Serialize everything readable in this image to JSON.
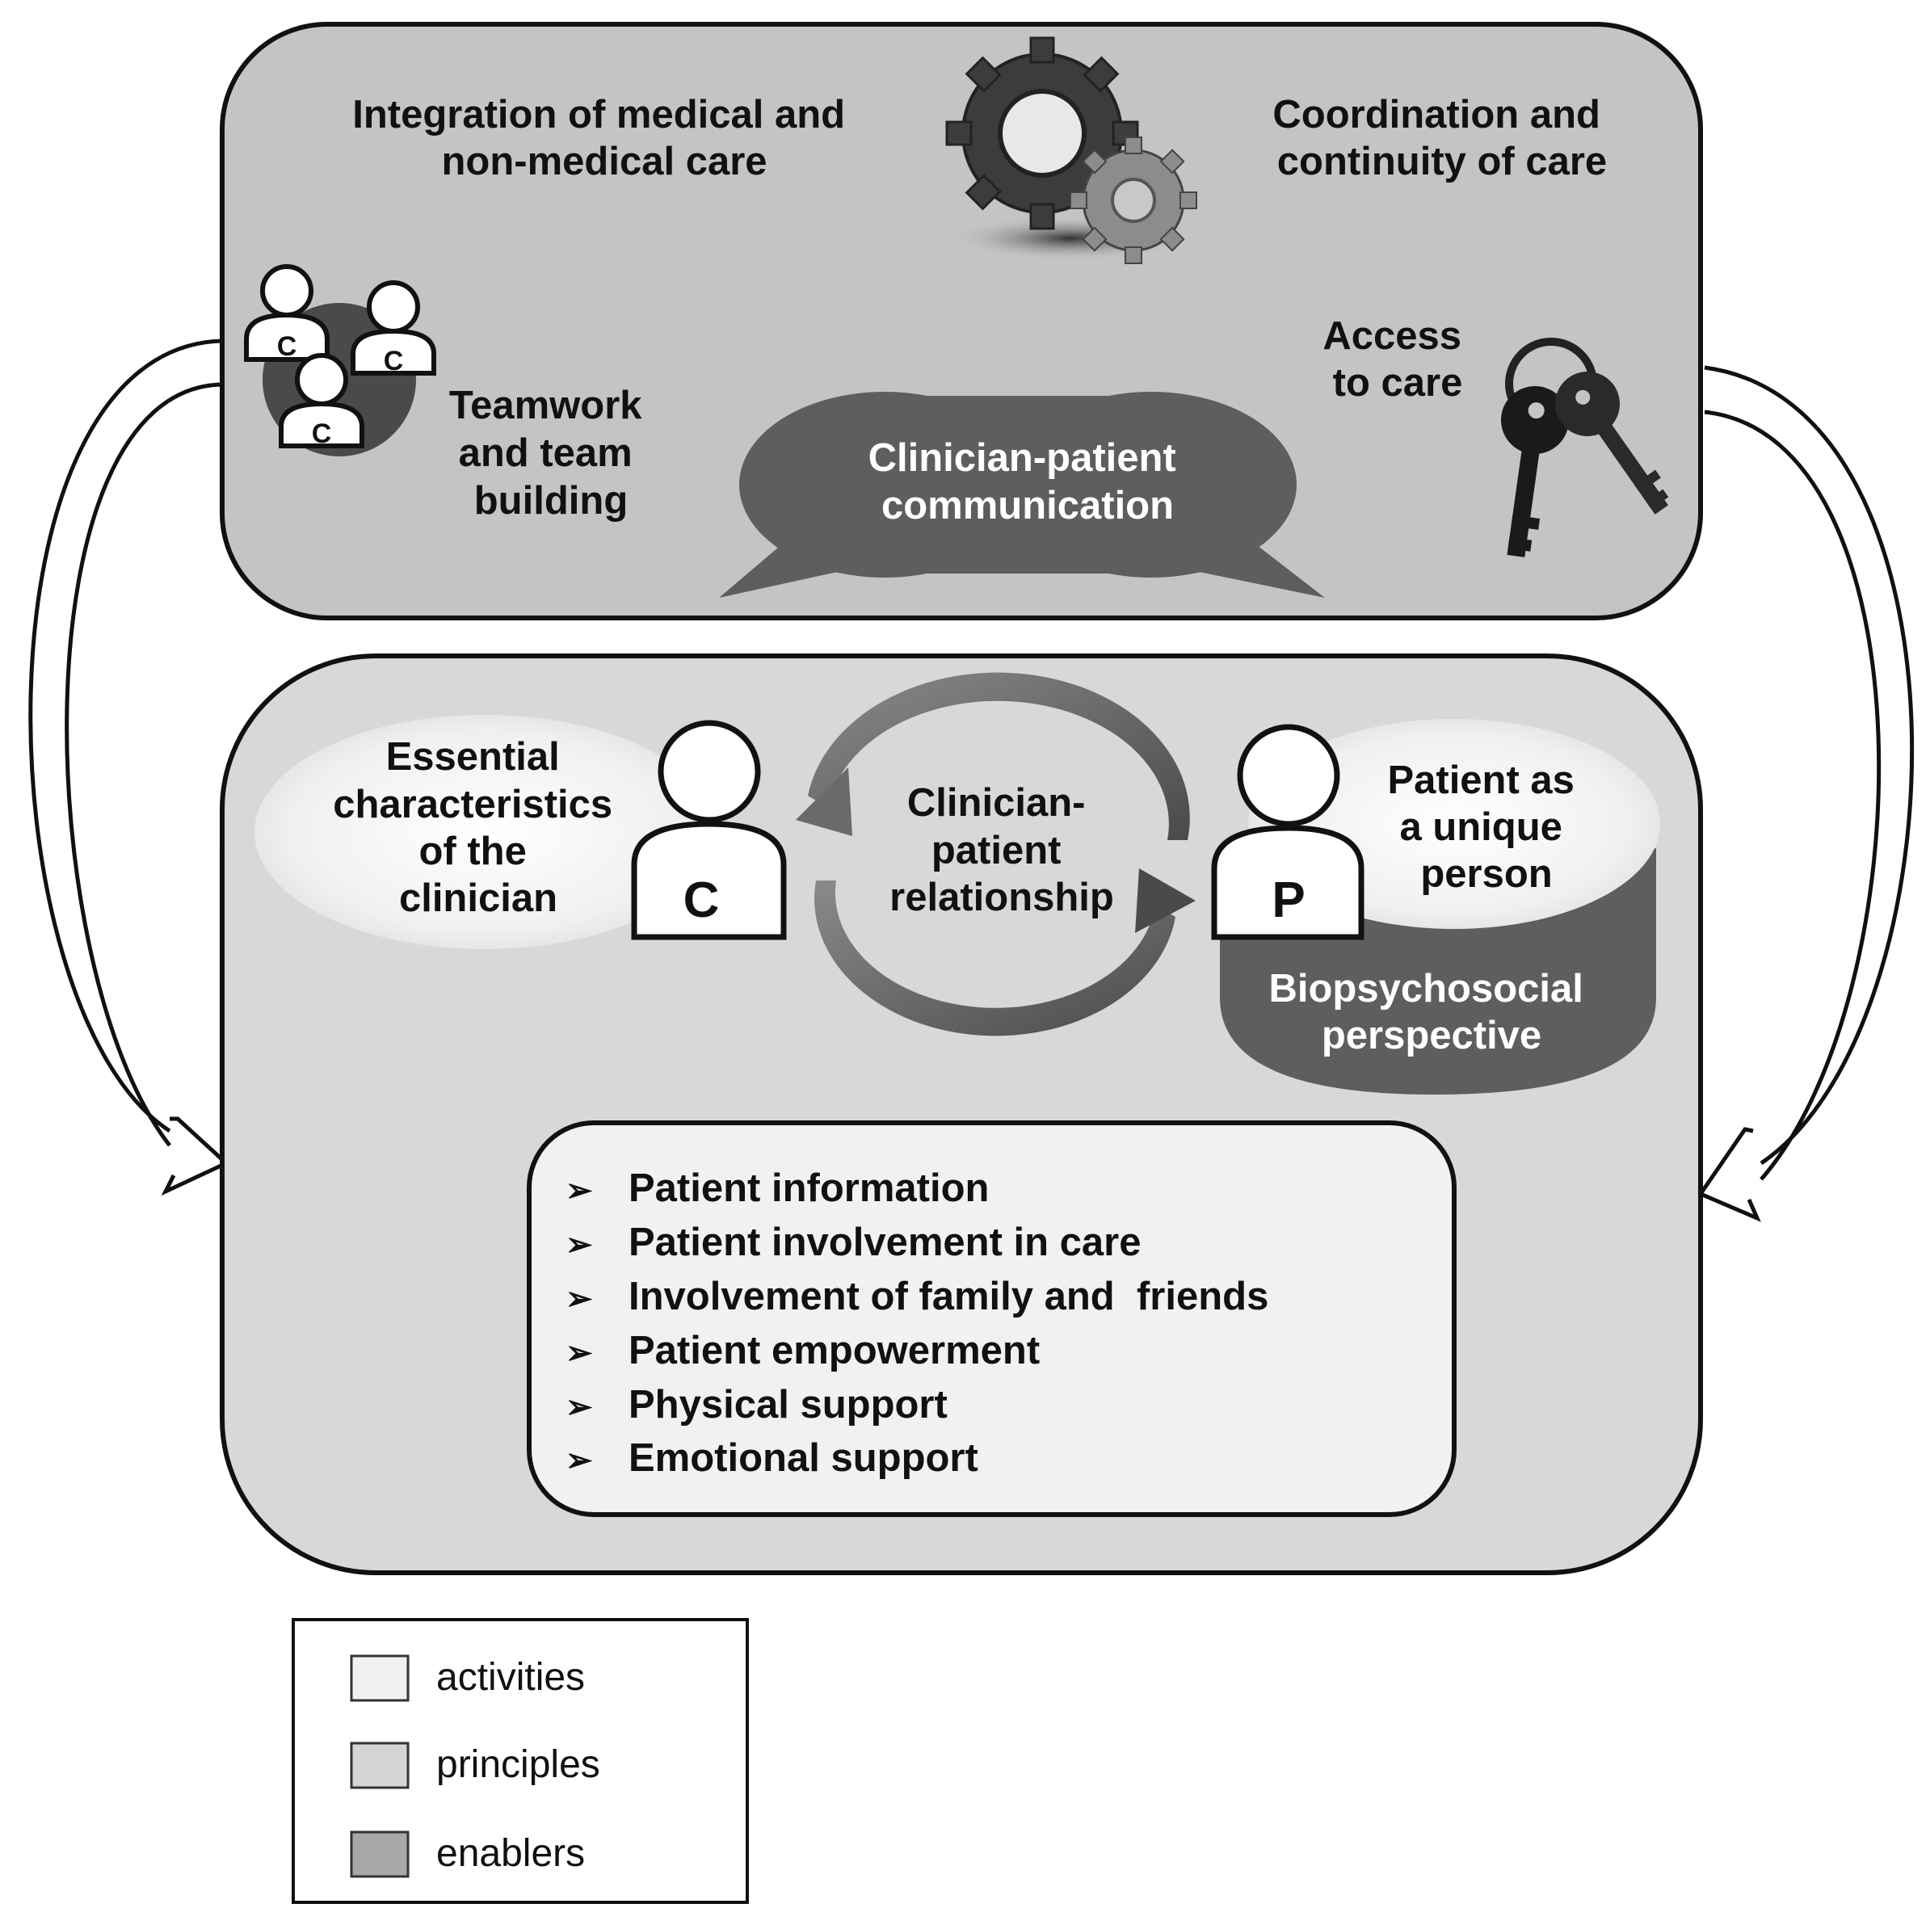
{
  "enablers": {
    "integration": [
      "Integration of medical and",
      "non-medical care"
    ],
    "coordination": [
      "Coordination and",
      "continuity of care"
    ],
    "teamwork": [
      "Teamwork",
      "and team",
      "building"
    ],
    "access": [
      "Access",
      "to care"
    ],
    "communication": [
      "Clinician-patient",
      "communication"
    ],
    "team_icon_letter": "C"
  },
  "principles": {
    "clinician_characteristics": [
      "Essential",
      "characteristics",
      "of the",
      "clinician"
    ],
    "relationship": [
      "Clinician-",
      "patient",
      "relationship"
    ],
    "patient_unique": [
      "Patient as",
      "a unique",
      "person"
    ],
    "biopsychosocial": [
      "Biopsychosocial",
      "perspective"
    ],
    "clinician_letter": "C",
    "patient_letter": "P"
  },
  "activities": {
    "bullet": "➢",
    "items": [
      "Patient information",
      "Patient involvement in care",
      "Involvement of family and  friends",
      "Patient empowerment",
      "Physical support",
      "Emotional support"
    ]
  },
  "legend": {
    "items": [
      {
        "label": "activities",
        "color": "#f0f0f0"
      },
      {
        "label": "principles",
        "color": "#d4d4d4"
      },
      {
        "label": "enablers",
        "color": "#a8a8a8"
      }
    ]
  },
  "colors": {
    "enablers_bg": "#c4c4c4",
    "principles_bg": "#d8d8d8",
    "activities_bg": "#f1f1f1",
    "dark_shape": "#5a5a5a"
  }
}
